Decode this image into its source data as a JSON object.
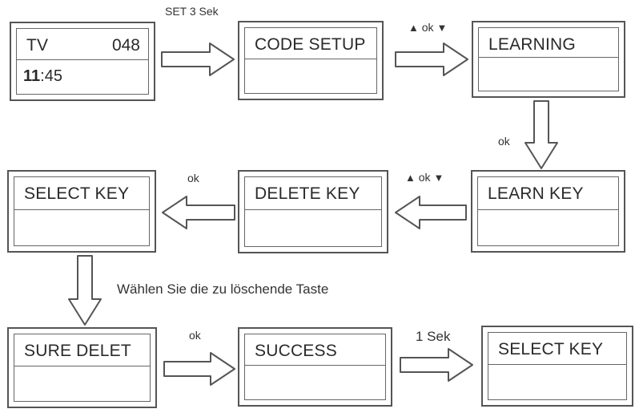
{
  "screens": {
    "tv": {
      "title": "TV",
      "number": "048",
      "time_bold": "11",
      "time_rest": ":45"
    },
    "code_setup": {
      "title": "CODE SETUP"
    },
    "learning": {
      "title": "LEARNING"
    },
    "learn_key": {
      "title": "LEARN KEY"
    },
    "delete_key": {
      "title": "DELETE KEY"
    },
    "select_key_1": {
      "title": "SELECT KEY"
    },
    "sure_delet": {
      "title": "SURE DELET"
    },
    "success": {
      "title": "SUCCESS"
    },
    "select_key_2": {
      "title": "SELECT KEY"
    }
  },
  "labels": {
    "set_3_sek": "SET 3 Sek",
    "ok_nav_1": "ok",
    "ok_down": "ok",
    "ok_nav_2": "ok",
    "ok_left": "ok",
    "instruction": "Wählen Sie die zu löschende Taste",
    "ok_bottom": "ok",
    "one_sek": "1 Sek"
  },
  "colors": {
    "line": "#555555",
    "text": "#2a2a2a"
  },
  "icons": [
    "arrow-right-icon",
    "arrow-down-icon",
    "arrow-left-icon",
    "triangle-up-icon",
    "triangle-down-icon"
  ]
}
